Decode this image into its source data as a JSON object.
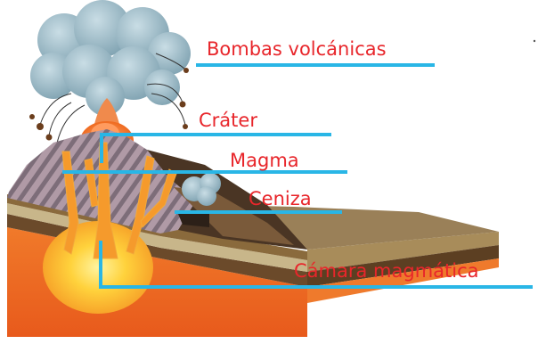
{
  "colors": {
    "label_text": "#e8262b",
    "leader_line": "#29b6e6",
    "ash_cloud": "#9ab7c3",
    "lava": "#ef6a1f",
    "magma_core": "#ffd84a",
    "mountain_stripe_a": "#8b7a86",
    "mountain_stripe_b": "#b8a4ad",
    "soil_brown": "#5a3a1f"
  },
  "labels": {
    "bombas": "Bombas volcánicas",
    "crater": "Cráter",
    "magma": "Magma",
    "ceniza": "Ceniza",
    "camara": "Cámara magmática"
  }
}
